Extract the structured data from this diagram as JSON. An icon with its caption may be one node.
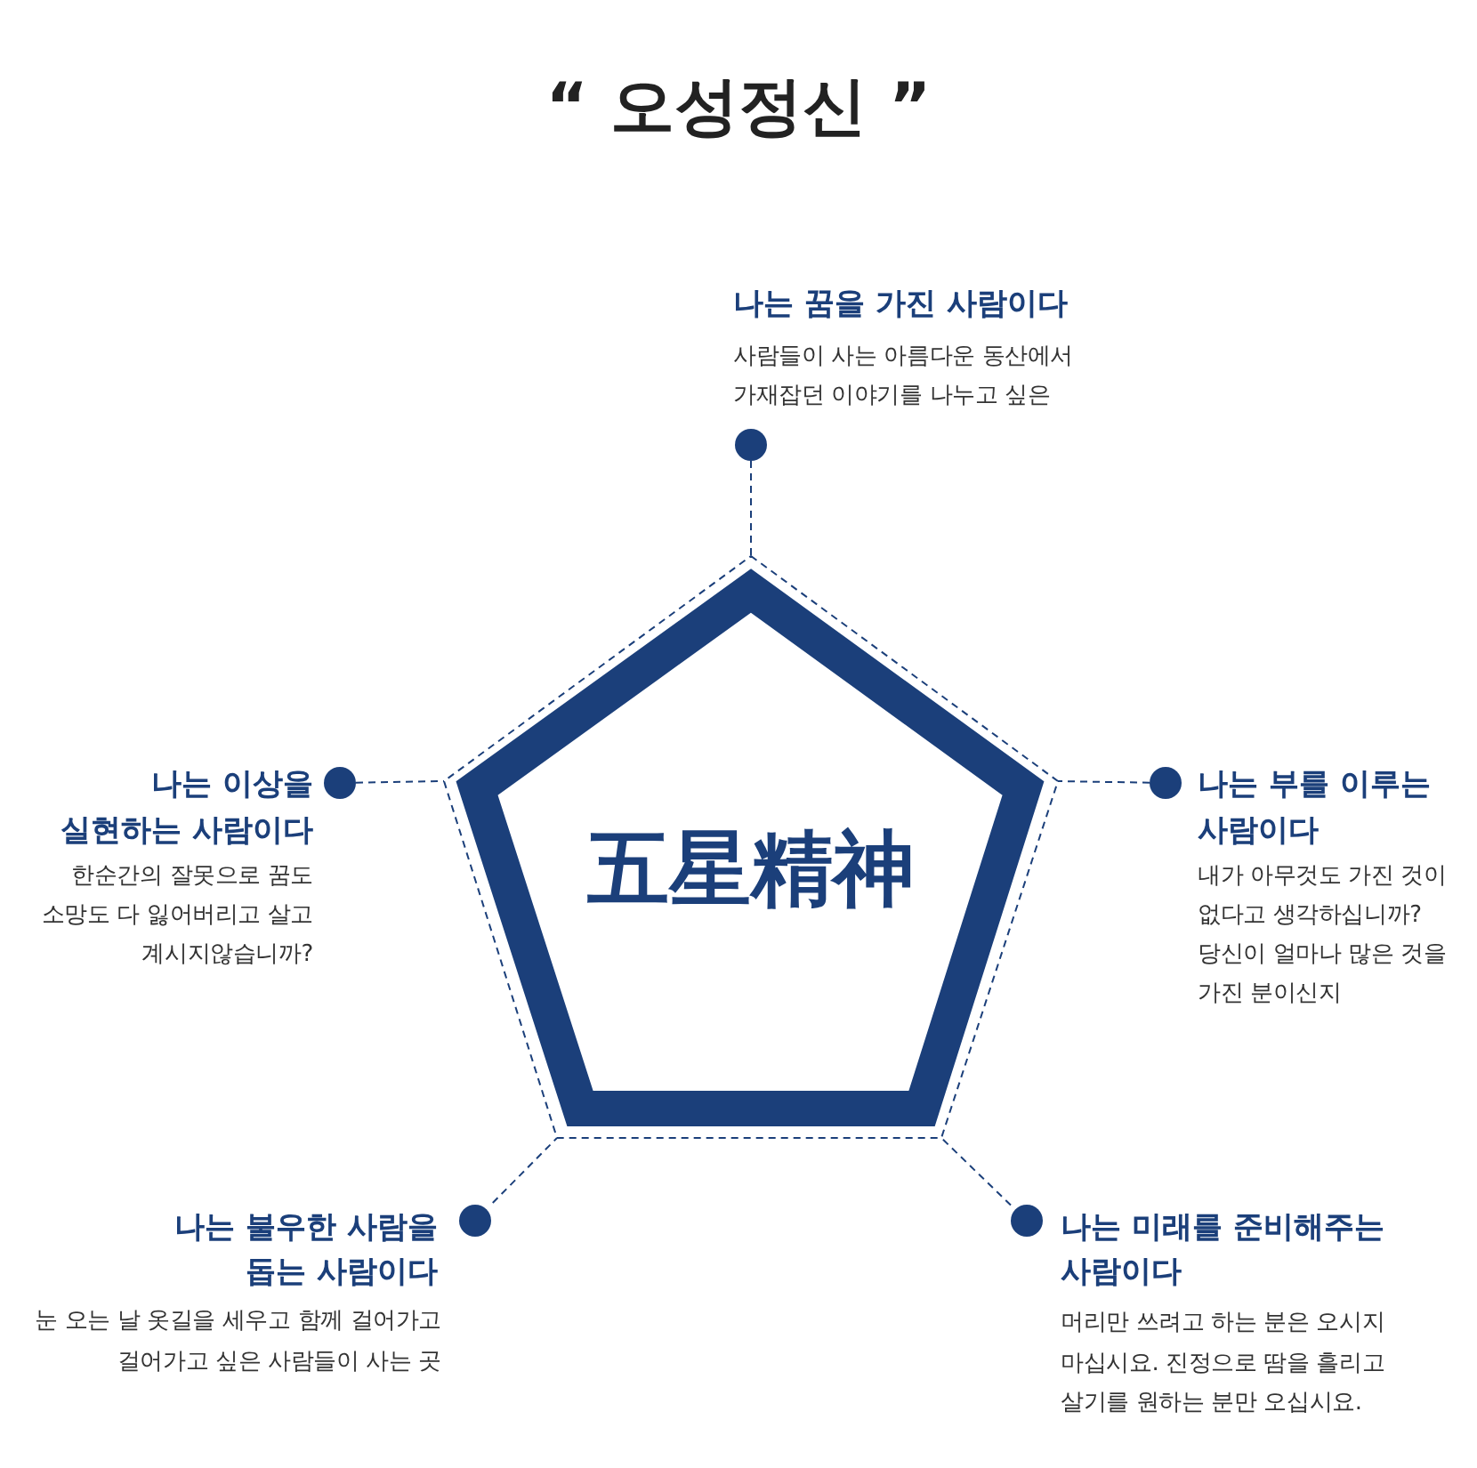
{
  "diagram": {
    "title": "“ 오성정신 ”",
    "nodes": [
      {
        "text": [
          "나는 꿈을 가진 사람이다",
          "사람들이 사는 아름다운 동산에서 가재잡던 이야기를 나누고 싶은"
        ]
      },
      {
        "text": [
          "나는 이상을 실현하는 사람이다",
          "한순간의 잘못으로 꿈도 소망도 다 잃어버리고 살고 계시지않습니까?"
        ]
      },
      {
        "text": [
          "나는 부를 이루는 사람이다",
          "내가 아무것도 가진 것이 없다고 생각하십니까? 당신이 얼마나 많은 것을 가진 분이신지"
        ]
      },
      {
        "text": [
          "五星精神"
        ]
      },
      {
        "text": [
          "나는 불우한 사람을 돕는 사람이다",
          "눈 오는 날 옷길을 세우고 함께 걸어가고 걸어가고 싶은 사람들이 사는 곳"
        ]
      },
      {
        "text": [
          "나는 미래를 준비해주는 사람이다",
          "머리만 쓰려고 하는 분은 오시지 마십시요. 진정으로 땀을 흘리고 살기를 원하는 분만 오십시요."
        ]
      }
    ],
    "edges": [
      {
        "from": 0,
        "to": 3,
        "arrow": "none",
        "style": "dashed"
      },
      {
        "from": 1,
        "to": 3,
        "arrow": "none",
        "style": "dashed"
      },
      {
        "from": 2,
        "to": 3,
        "arrow": "none",
        "style": "dashed"
      },
      {
        "from": 4,
        "to": 3,
        "arrow": "none",
        "style": "dashed"
      },
      {
        "from": 5,
        "to": 3,
        "arrow": "none",
        "style": "dashed"
      }
    ]
  }
}
